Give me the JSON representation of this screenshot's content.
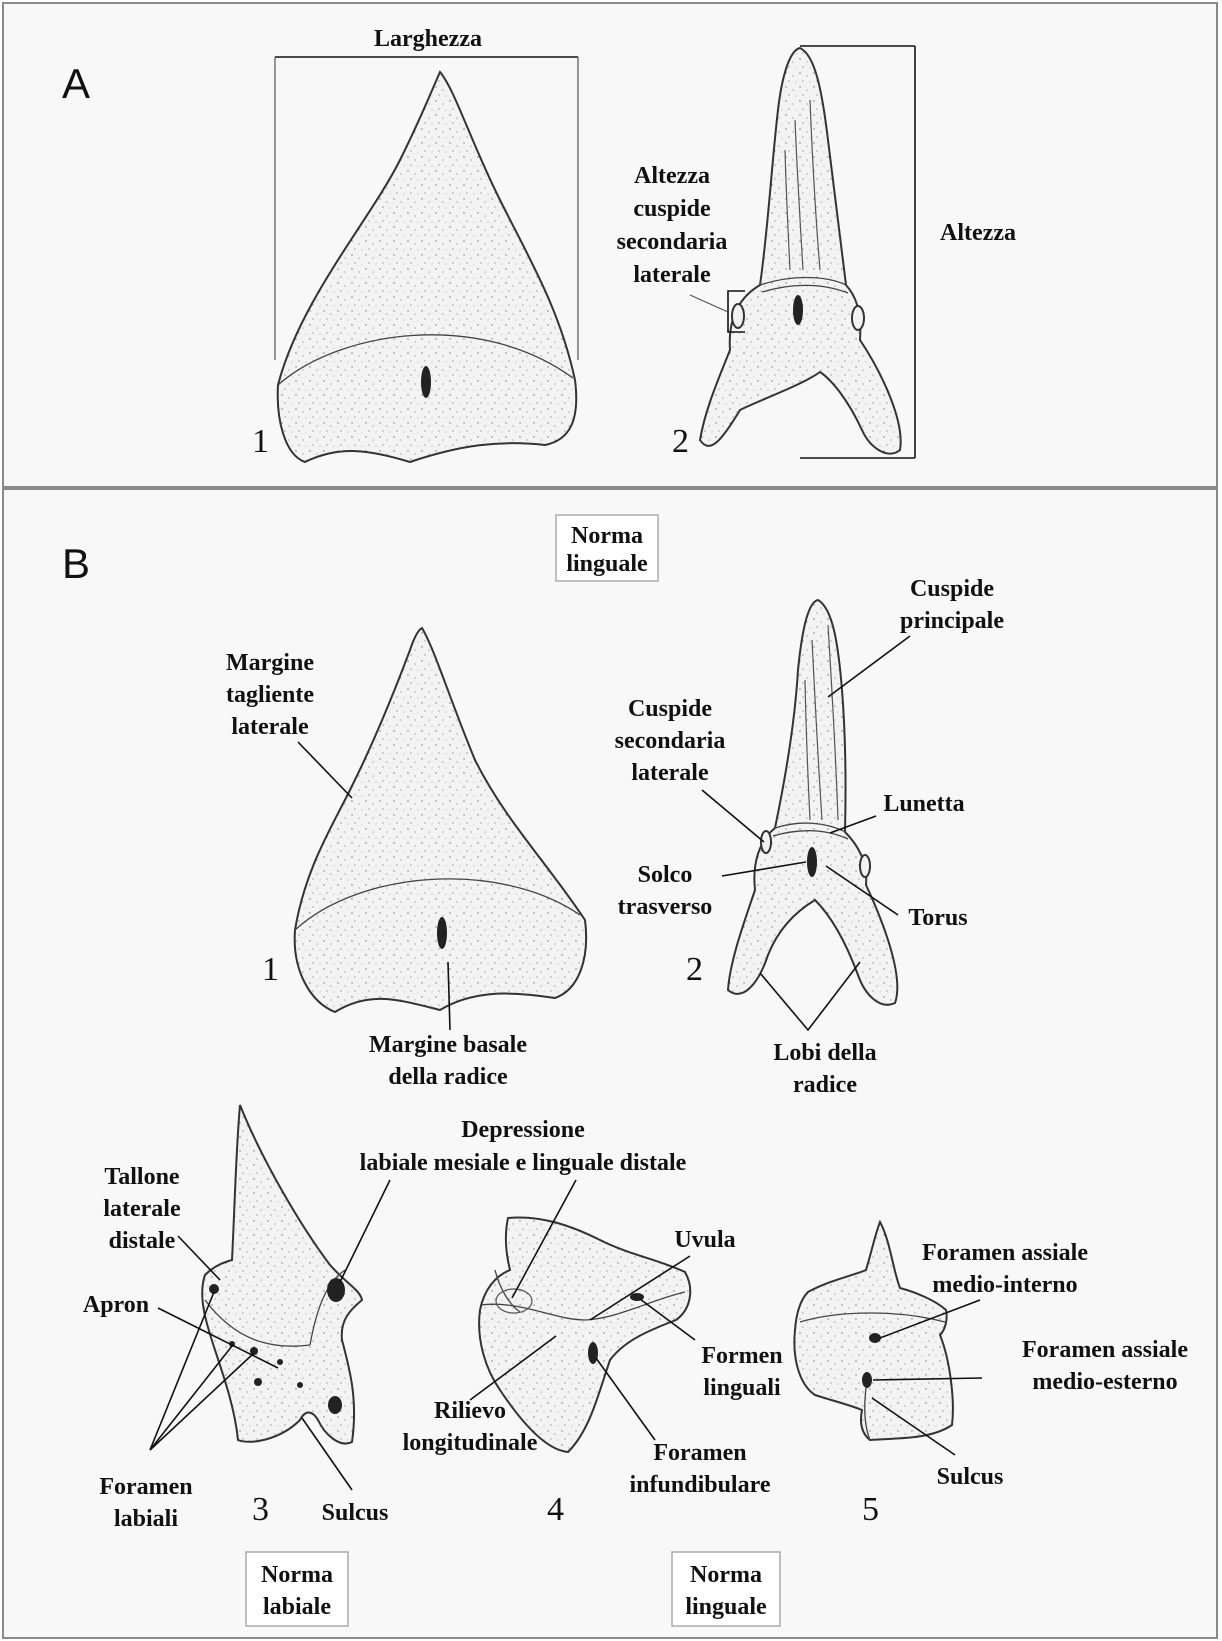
{
  "panels": {
    "a": {
      "letter": "A",
      "width_label": "Larghezza",
      "height_label": "Altezza",
      "secondary_cusp_height": [
        "Altezza",
        "cuspide",
        "secondaria",
        "laterale"
      ],
      "numbers": [
        "1",
        "2"
      ]
    },
    "b": {
      "letter": "B",
      "top_view": [
        "Norma",
        "linguale"
      ],
      "numbers": [
        "1",
        "2",
        "3",
        "4",
        "5"
      ],
      "fig1": {
        "lateral_cutting_edge": [
          "Margine",
          "tagliente",
          "laterale"
        ],
        "basal_root_margin": [
          "Margine basale",
          "della radice"
        ]
      },
      "fig2": {
        "main_cusp": [
          "Cuspide",
          "principale"
        ],
        "secondary_cusp": [
          "Cuspide",
          "secondaria",
          "laterale"
        ],
        "lunetta": "Lunetta",
        "transverse_groove": [
          "Solco",
          "trasverso"
        ],
        "torus": "Torus",
        "root_lobes": [
          "Lobi della",
          "radice"
        ]
      },
      "fig3": {
        "distal_heel": [
          "Tallone",
          "laterale",
          "distale"
        ],
        "apron": "Apron",
        "labial_foramina": [
          "Foramen",
          "labiali"
        ],
        "sulcus": "Sulcus"
      },
      "fig4": {
        "depression": [
          "Depressione",
          "labiale mesiale e linguale distale"
        ],
        "uvula": "Uvula",
        "lingual_foramina": [
          "Formen",
          "linguali"
        ],
        "longitudinal_ridge": [
          "Rilievo",
          "longitudinale"
        ],
        "infundibular_foramen": [
          "Foramen",
          "infundibulare"
        ]
      },
      "fig5": {
        "axial_inner": [
          "Foramen assiale",
          "medio-interno"
        ],
        "axial_outer": [
          "Foramen assiale",
          "medio-esterno"
        ],
        "sulcus": "Sulcus"
      },
      "bottom_views": {
        "labial": [
          "Norma",
          "labiale"
        ],
        "lingual": [
          "Norma",
          "linguale"
        ]
      }
    }
  }
}
